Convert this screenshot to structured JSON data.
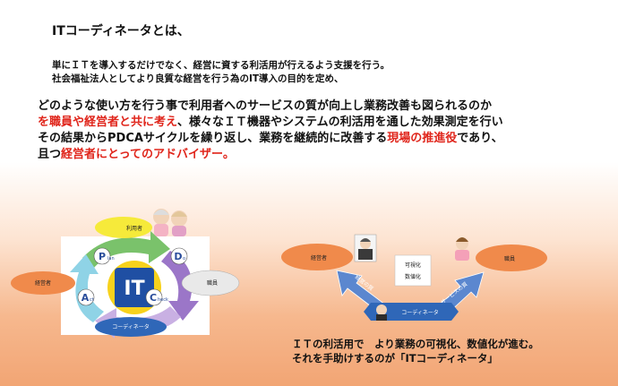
{
  "title": "ITコーディネータとは、",
  "intro": {
    "line1": "単にＩＴを導入するだけでなく、経営に資する利活用が行えるよう支援を行う。",
    "line2": "社会福祉法人としてより良質な経営を行う為のIT導入の目的を定め、"
  },
  "body": {
    "line1": "どのような使い方を行う事で利用者へのサービスの質が向上し業務改善も図られるのか",
    "line2_red1": "を職員や経営者と共に考え",
    "line2_rest": "、様々なＩＴ機器やシステムの利活用を通した効果測定を行い",
    "line3_a": "その結果からPDCAサイクルを繰り返し、業務を継続的に改善する",
    "line3_red": "現場の推進役",
    "line3_b": "であり、",
    "line4_a": "且つ",
    "line4_red": "経営者にとってのアドバイザー。"
  },
  "cycle": {
    "user_label": "利用者",
    "manager_label": "経営者",
    "staff_label": "職員",
    "coordinator_label": "コーディネータ",
    "center": "IT",
    "plan_big": "P",
    "plan_small": "lan",
    "do_big": "D",
    "do_small": "o",
    "check_big": "C",
    "check_small": "heck",
    "act_big": "A",
    "act_small": "ct"
  },
  "flow": {
    "manager_label": "経営者",
    "staff_label": "職員",
    "coordinator_label": "コーディネータ",
    "visual_line1": "可視化",
    "visual_line2": "数値化",
    "left_arrow_text": "経営の質",
    "right_arrow_text": "サービスの質"
  },
  "caption": {
    "line1": "ＩＴの利活用で　より業務の可視化、数値化が進む。",
    "line2": "それを手助けするのが「ITコーディネータ」"
  },
  "colors": {
    "accent_red": "#e0251b",
    "ellipse_orange": "#f08a4b",
    "ellipse_yellow": "#f6ea3a",
    "ellipse_blue": "#2f67b8",
    "arrow_blue": "#5b87cf"
  }
}
